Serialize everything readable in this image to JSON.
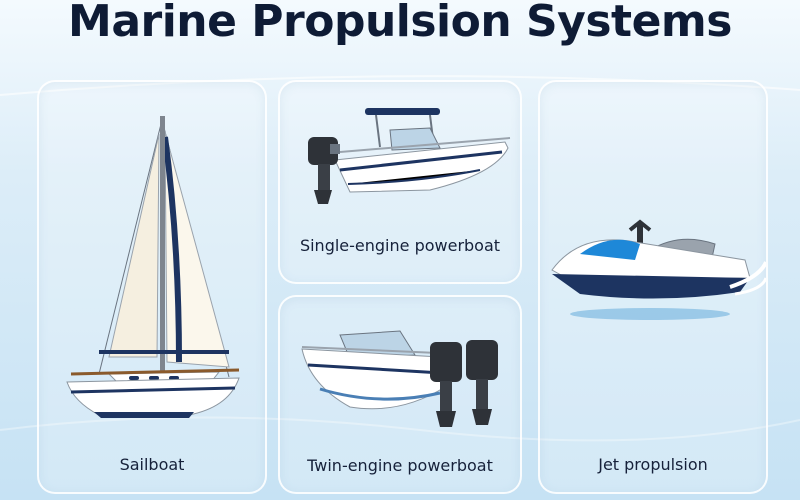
{
  "page": {
    "title": "Marine Propulsion Systems"
  },
  "cards": [
    {
      "label": "Sailboat",
      "icon": "sailboat-icon"
    },
    {
      "label": "Single-engine powerboat",
      "icon": "single-engine-powerboat-icon"
    },
    {
      "label": "Twin-engine powerboat",
      "icon": "twin-engine-powerboat-icon"
    },
    {
      "label": "Jet propulsion",
      "icon": "jet-ski-icon"
    }
  ],
  "colors": {
    "title": "#0e1b35",
    "hull_navy": "#1d3461",
    "engine": "#2e3238",
    "background_light": "#f4fafe",
    "background_blue": "#c6e2f4"
  }
}
